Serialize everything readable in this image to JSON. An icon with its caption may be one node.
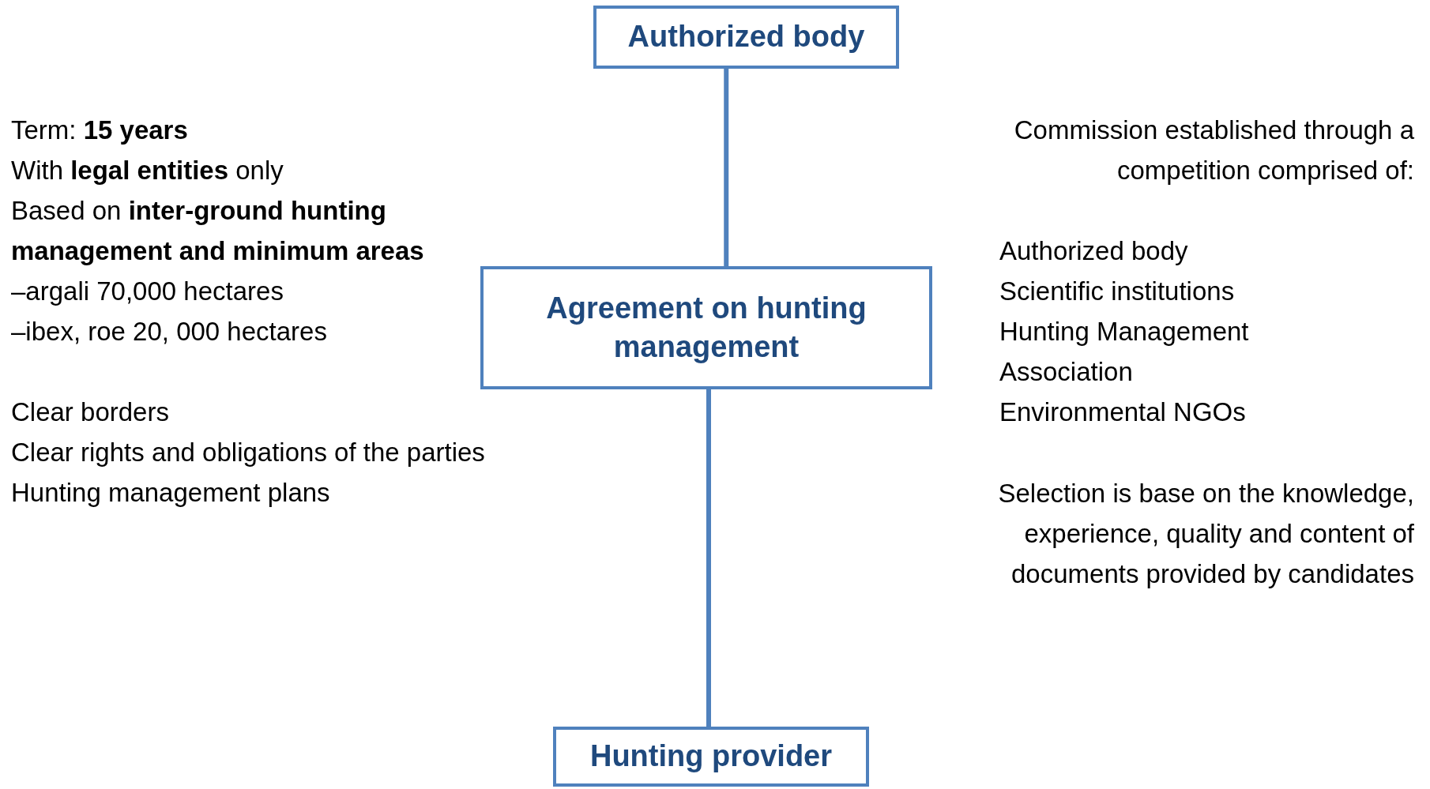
{
  "diagram": {
    "nodes": [
      {
        "text": [
          "Authorized body"
        ]
      },
      {
        "text": [
          "Agreement on hunting management"
        ]
      },
      {
        "text": [
          "Hunting provider"
        ]
      }
    ],
    "edges": [
      {
        "from": 0,
        "to": 1,
        "arrow": "none"
      },
      {
        "from": 1,
        "to": 2,
        "arrow": "none"
      }
    ],
    "labels": [
      "Term: **15 years**",
      "With **legal entities** only",
      "Based on **inter-ground hunting management and minimum areas**",
      "–argali 70,000 hectares",
      "–ibex, roe 20, 000 hectares",
      "Clear borders",
      "Clear rights and obligations of the parties",
      "Hunting management plans",
      "Commission established through a competition comprised of:",
      "Authorized body",
      "Scientific institutions",
      "Hunting Management Association",
      "Environmental NGOs",
      "Selection is base on the knowledge, experience, quality and content of documents provided by candidates"
    ]
  }
}
